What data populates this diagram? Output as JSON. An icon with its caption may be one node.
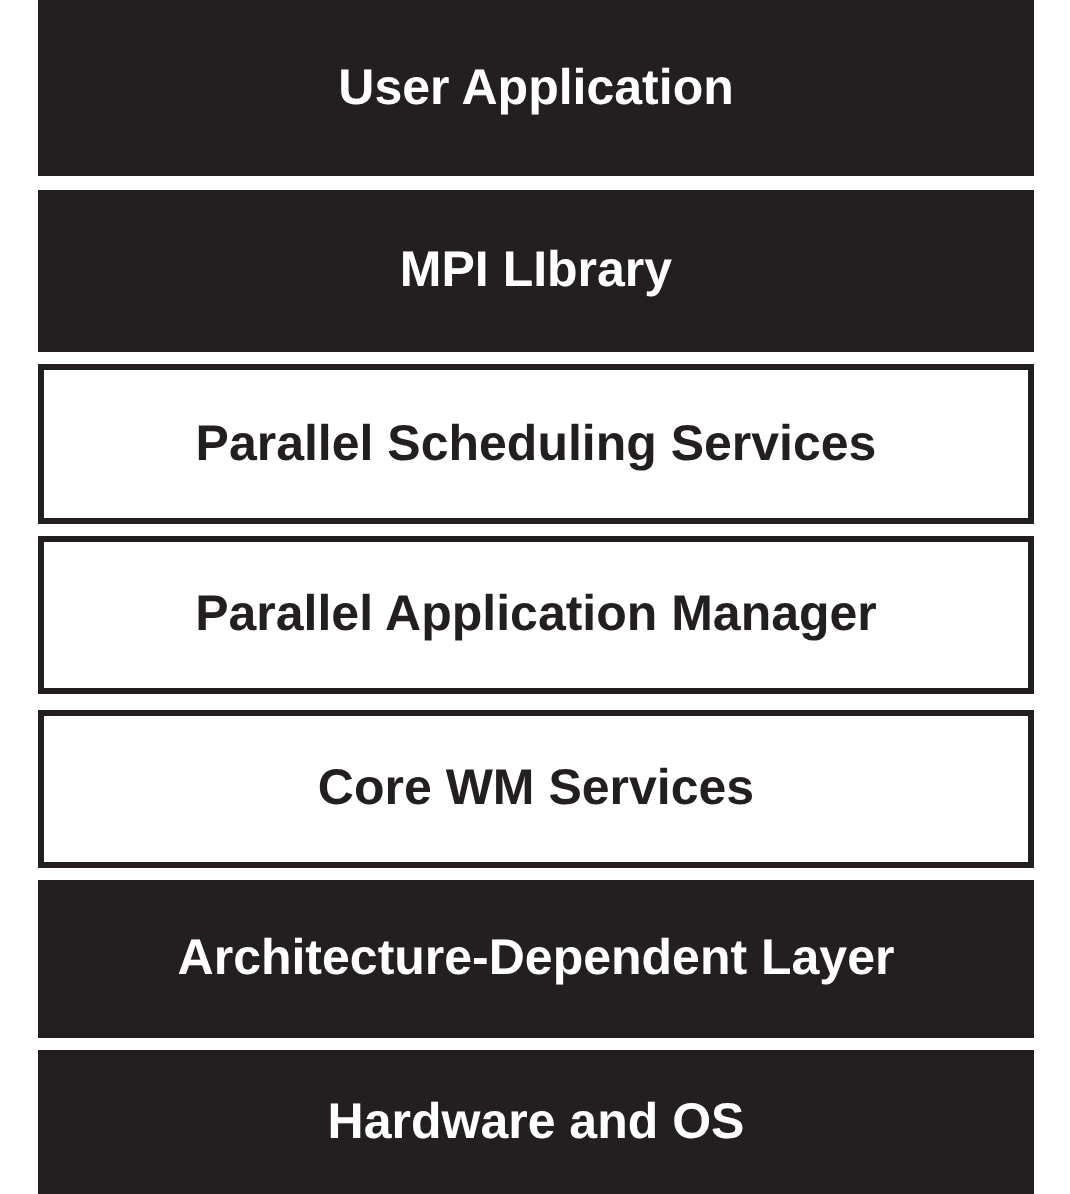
{
  "diagram": {
    "nodes": [
      {
        "text": [
          "User Application"
        ]
      },
      {
        "text": [
          "MPI LIbrary"
        ]
      },
      {
        "text": [
          "Parallel Scheduling Services"
        ]
      },
      {
        "text": [
          "Parallel Application Manager"
        ]
      },
      {
        "text": [
          "Core WM Services"
        ]
      },
      {
        "text": [
          "Architecture-Dependent Layer"
        ]
      },
      {
        "text": [
          "Hardware and OS"
        ]
      }
    ]
  }
}
